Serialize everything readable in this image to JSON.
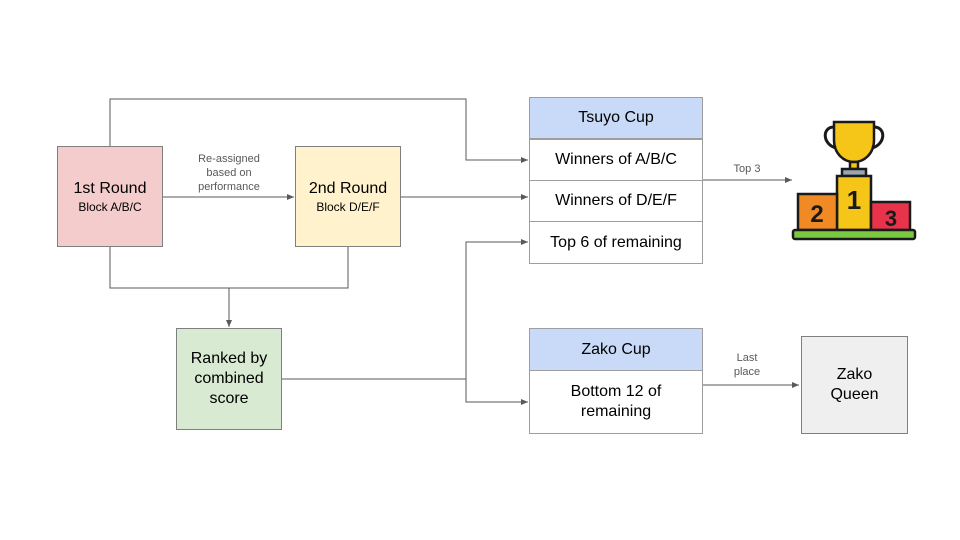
{
  "round1": {
    "title": "1st Round",
    "subtitle": "Block A/B/C"
  },
  "round2": {
    "title": "2nd Round",
    "subtitle": "Block D/E/F"
  },
  "ranked": {
    "label": "Ranked by combined score"
  },
  "tsuyo_cup": {
    "header": "Tsuyo Cup",
    "rows": [
      "Winners of A/B/C",
      "Winners of D/E/F",
      "Top 6 of remaining"
    ]
  },
  "zako_cup": {
    "header": "Zako Cup",
    "rows": [
      "Bottom 12 of remaining"
    ]
  },
  "zako_queen": {
    "label": "Zako Queen"
  },
  "edge_labels": {
    "reassigned": "Re-assigned based on performance",
    "top3": "Top 3",
    "last_place": "Last place"
  },
  "podium": {
    "places": [
      "2",
      "1",
      "3"
    ]
  },
  "colors": {
    "round1": "#f4cccc",
    "round2": "#fff2cc",
    "ranked": "#d9ead3",
    "cup_header": "#c9daf8",
    "zako_queen": "#efefef",
    "trophy_gold": "#f5c518",
    "podium_silver": "#f08a24",
    "podium_bronze": "#e8334a",
    "grass": "#7ac943"
  },
  "icons": [
    "trophy-podium-icon"
  ]
}
